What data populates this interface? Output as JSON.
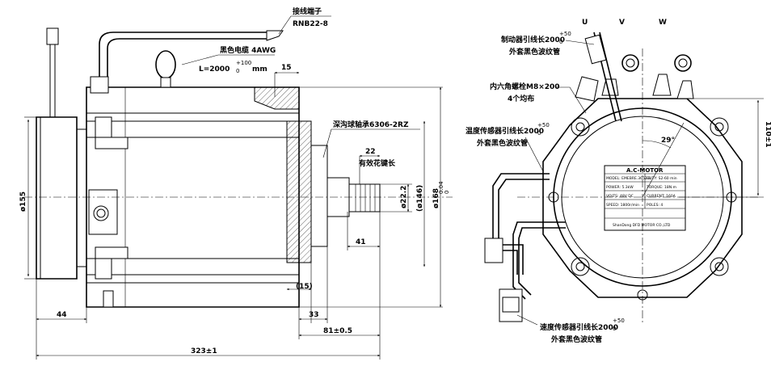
{
  "side_view": {
    "terminal_label": "接线端子",
    "terminal_model": "RNB22-8",
    "cable_label": "黑色电缆 4AWG",
    "cable_length": "L=2000",
    "cable_length_tol_upper": "+100",
    "cable_length_tol_lower": "0",
    "cable_length_unit": "mm",
    "bearing_label": "深沟球轴承6306-2RZ",
    "spline_length_label": "有效花键长",
    "dim_15_top": "15",
    "dim_22": "22",
    "dim_41": "41",
    "dim_15_bottom": "(15)",
    "dim_33": "33",
    "dim_44": "44",
    "dim_81": "81±0.5",
    "dim_323": "323±1",
    "dia_155": "ø155",
    "dia_22_2": "ø22.2",
    "dia_146": "(ø146)",
    "dia_168": "ø168",
    "dia_168_tol_upper": "0.04",
    "dia_168_tol_lower": "0"
  },
  "end_view": {
    "phase_labels": [
      "U",
      "V",
      "W"
    ],
    "brake_wire_label": "制动器引线长2000",
    "brake_wire_tol_upper": "+50",
    "brake_wire_tol_lower": "0",
    "brake_wire_sleeve": "外套黑色波纹管",
    "bolt_label": "内六角螺栓M8×200",
    "bolt_count": "4个均布",
    "temp_wire_label": "温度传感器引线长2000",
    "temp_wire_tol_upper": "+50",
    "temp_wire_tol_lower": "0",
    "temp_wire_sleeve": "外套黑色波纹管",
    "speed_wire_label": "速度传感器引线长2000",
    "speed_wire_tol_upper": "+50",
    "speed_wire_tol_lower": "0",
    "speed_wire_sleeve": "外套黑色波纹管",
    "angle_label": "29°",
    "dim_110": "110±1"
  },
  "nameplate": {
    "title": "A.C-MOTOR",
    "rows": [
      [
        "MODEL: EMEBRE.3652-B",
        "DUTY: S2-60 min"
      ],
      [
        "POWER: 5.3kW",
        "TORQUE: 18N.m"
      ],
      [
        "VOLTS: 48V DC",
        "CURRENT: 160A"
      ],
      [
        "SPEED: 1800r/min",
        "POLES: 4"
      ]
    ],
    "maker": "ShanDong DFD MOTOR CO.,LTD"
  }
}
